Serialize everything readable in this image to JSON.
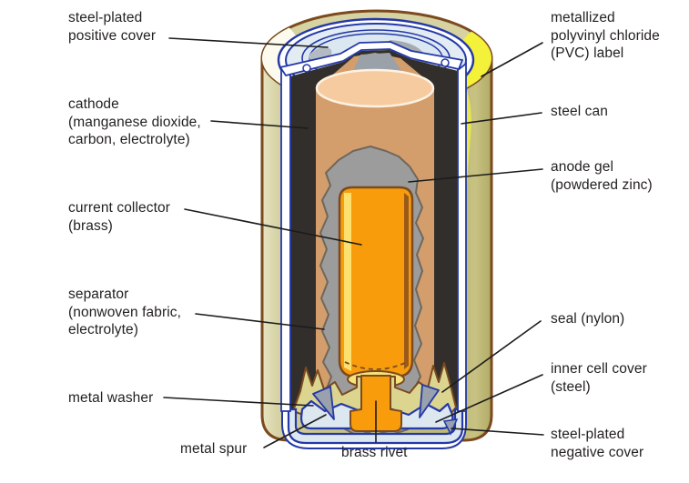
{
  "diagram": {
    "subject": "alkaline battery cutaway",
    "labels": {
      "positive_cover": "steel-plated\npositive cover",
      "cathode": "cathode\n(manganese dioxide,\ncarbon, electrolyte)",
      "current_collector": "current collector\n(brass)",
      "separator": "separator\n(nonwoven fabric,\nelectrolyte)",
      "metal_washer": "metal washer",
      "metal_spur": "metal spur",
      "brass_rivet": "brass rivet",
      "pvc_label": "metallized\npolyvinyl chloride\n(PVC) label",
      "steel_can": "steel can",
      "anode_gel": "anode gel\n(powdered zinc)",
      "seal": "seal (nylon)",
      "inner_cell_cover": "inner cell cover\n(steel)",
      "negative_cover": "steel-plated\nnegative cover"
    },
    "colors": {
      "background": "#ffffff",
      "label_text": "#231f20",
      "leader_line": "#1c1c1c",
      "pvc_olive": "#c9c487",
      "pvc_olive_light": "#d7d2a2",
      "pvc_highlight_yellow": "#f4f13b",
      "outline_brown": "#7b4a1e",
      "steel_navy": "#2438a8",
      "steel_face_blue": "#dfe9f2",
      "cathode_black": "#312e2c",
      "cathode_cut_tan": "#d39e6b",
      "cathode_top_peach": "#f7cba0",
      "anode_gel_gray": "#9c9c9c",
      "brass_orange": "#f89c0c",
      "brass_pale": "#f5e27d",
      "seal_khaki": "#dbd590",
      "spur_gray": "#99a1ad"
    }
  }
}
